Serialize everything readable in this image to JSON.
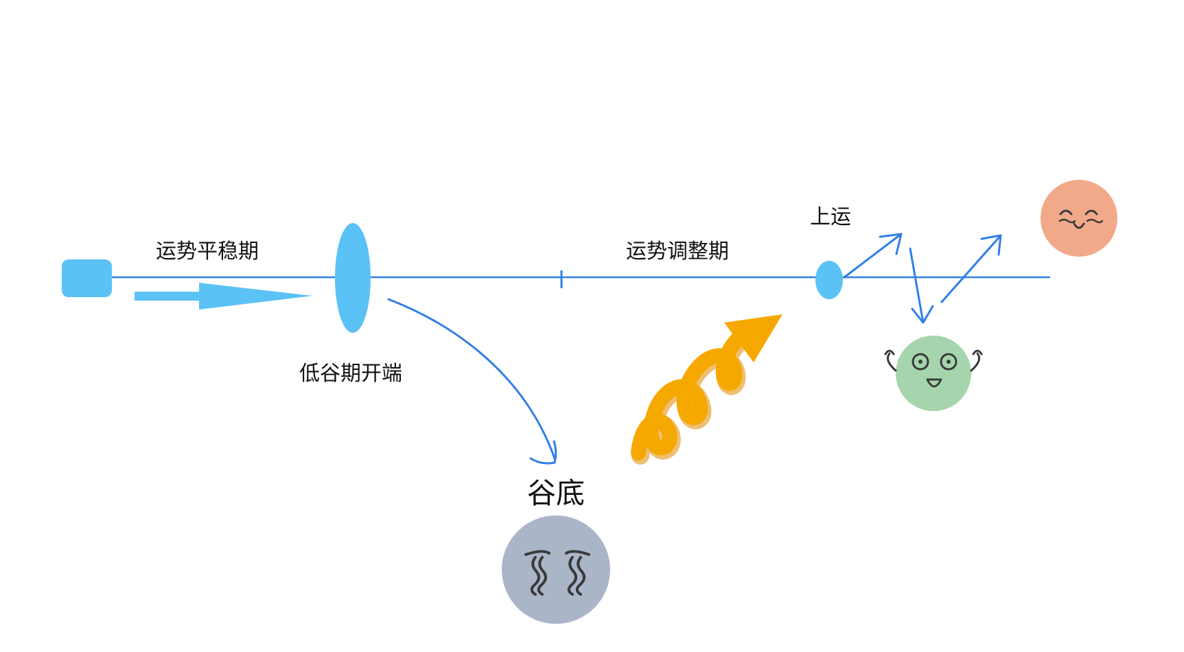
{
  "labels": {
    "stable_period": "运势平稳期",
    "trough_start": "低谷期开端",
    "adjustment_period": "运势调整期",
    "rising": "上运",
    "bottom": "谷底"
  },
  "colors": {
    "timeline_line": "#2f7ee6",
    "node_fill": "#5bc2f5",
    "orange_arrow": "#f5a800",
    "orange_arrow_shadow": "#e08a00",
    "happy_face": "#f2a98a",
    "cheer_face": "#a6d5ad",
    "sad_face": "#aab5c8",
    "face_line": "#3a3a3a"
  },
  "icons": {
    "start_node": "rounded-square",
    "trough_node": "tall-ellipse",
    "mid_marker": "tick",
    "rising_node": "ellipse",
    "growth_arrow": "curly-arrow-icon",
    "happy_face": "blushing-face-icon",
    "cheer_face": "cheering-face-icon",
    "sad_face": "shivering-face-icon"
  }
}
